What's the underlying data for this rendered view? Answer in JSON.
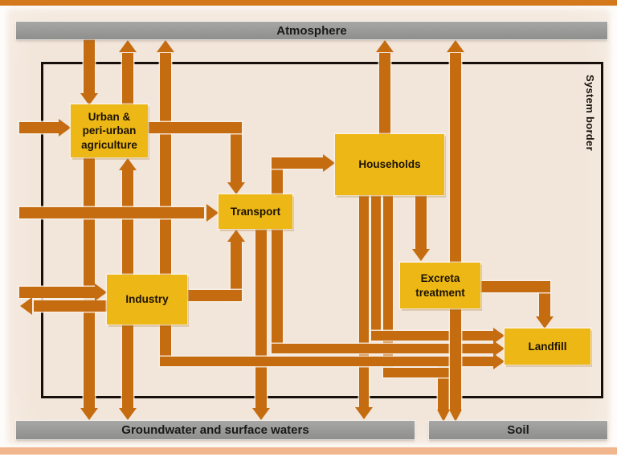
{
  "bars": {
    "atmosphere": "Atmosphere",
    "groundwater": "Groundwater and surface waters",
    "soil": "Soil"
  },
  "system_border": {
    "label": "System border"
  },
  "boxes": {
    "agriculture": {
      "label": "Urban &\nperi-urban\nagriculture"
    },
    "transport": {
      "label": "Transport"
    },
    "households": {
      "label": "Households"
    },
    "industry": {
      "label": "Industry"
    },
    "excreta_treatment": {
      "label": "Excreta\ntreatment"
    },
    "landfill": {
      "label": "Landfill"
    }
  },
  "colors": {
    "background": "#f2e5d9",
    "arrow": "#c56c10",
    "box_fill": "#edb815",
    "box_text": "#1b1202",
    "bar_fill": "#9b9b99",
    "bar_text": "#1a1a18",
    "border": "#17100a",
    "top_band": "#d3791b",
    "bottom_band": "#f2b68e"
  },
  "flows": [
    {
      "from": "Atmosphere",
      "to": "Urban & peri-urban agriculture"
    },
    {
      "from": "Urban & peri-urban agriculture",
      "to": "Atmosphere"
    },
    {
      "from": "outside system border",
      "to": "Urban & peri-urban agriculture"
    },
    {
      "from": "Urban & peri-urban agriculture",
      "to": "Transport"
    },
    {
      "from": "outside system border",
      "to": "Transport"
    },
    {
      "from": "Transport",
      "to": "Households"
    },
    {
      "from": "Transport",
      "to": "Groundwater and surface waters"
    },
    {
      "from": "Transport",
      "to": "Landfill"
    },
    {
      "from": "outside system border",
      "to": "Industry"
    },
    {
      "from": "Industry",
      "to": "outside system border"
    },
    {
      "from": "Industry",
      "to": "Transport"
    },
    {
      "from": "Industry",
      "to": "Urban & peri-urban agriculture"
    },
    {
      "from": "Industry",
      "to": "Atmosphere"
    },
    {
      "from": "Industry",
      "to": "Groundwater and surface waters"
    },
    {
      "from": "Industry",
      "to": "Landfill"
    },
    {
      "from": "Households",
      "to": "Atmosphere"
    },
    {
      "from": "Households",
      "to": "Excreta treatment"
    },
    {
      "from": "Households",
      "to": "Groundwater and surface waters"
    },
    {
      "from": "Households",
      "to": "Landfill"
    },
    {
      "from": "Households",
      "to": "Soil"
    },
    {
      "from": "Excreta treatment",
      "to": "Atmosphere"
    },
    {
      "from": "Excreta treatment",
      "to": "Landfill"
    },
    {
      "from": "Excreta treatment",
      "to": "Soil"
    }
  ]
}
